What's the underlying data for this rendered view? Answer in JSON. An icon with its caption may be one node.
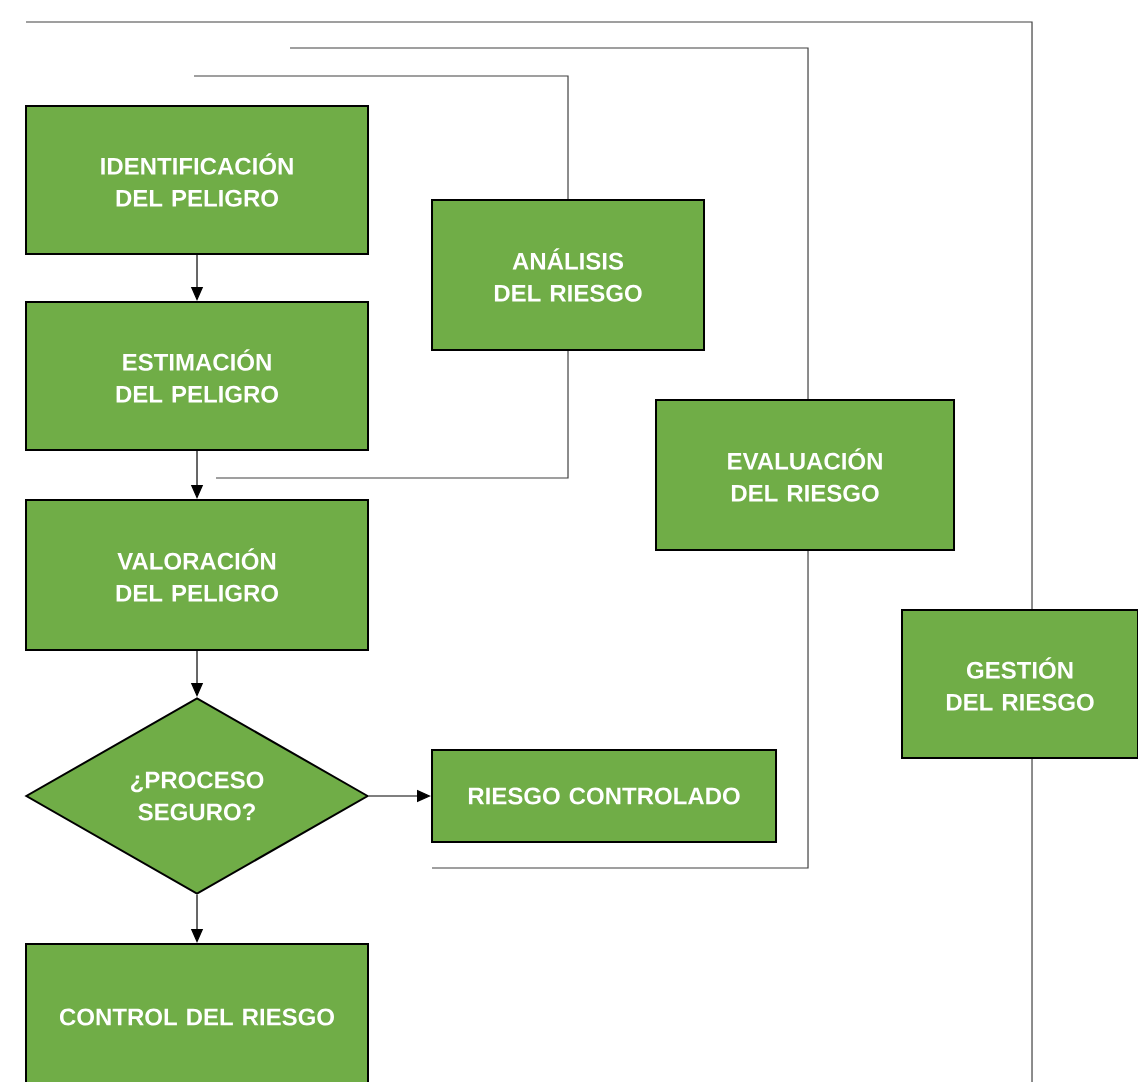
{
  "diagram": {
    "nodes": [
      {
        "text": [
          "IDENTIFICACIÓN DEL PELIGRO"
        ]
      },
      {
        "text": [
          "ANÁLISIS DEL RIESGO"
        ]
      },
      {
        "text": [
          "ESTIMACIÓN DEL PELIGRO"
        ]
      },
      {
        "text": [
          "EVALUACIÓN DEL RIESGO"
        ]
      },
      {
        "text": [
          "VALORACIÓN DEL PELIGRO"
        ]
      },
      {
        "text": [
          "GESTIÓN DEL RIESGO"
        ]
      },
      {
        "text": [
          "¿PROCESO SEGURO?"
        ]
      },
      {
        "text": [
          "RIESGO CONTROLADO"
        ]
      },
      {
        "text": [
          "CONTROL DEL RIESGO"
        ]
      }
    ],
    "edges": [
      {
        "from": 0,
        "to": 2,
        "arrow": "to"
      },
      {
        "from": 2,
        "to": 4,
        "arrow": "to"
      },
      {
        "from": 4,
        "to": 6,
        "arrow": "to"
      },
      {
        "from": 6,
        "to": 7,
        "arrow": "to"
      },
      {
        "from": 6,
        "to": 8,
        "arrow": "to"
      }
    ]
  }
}
